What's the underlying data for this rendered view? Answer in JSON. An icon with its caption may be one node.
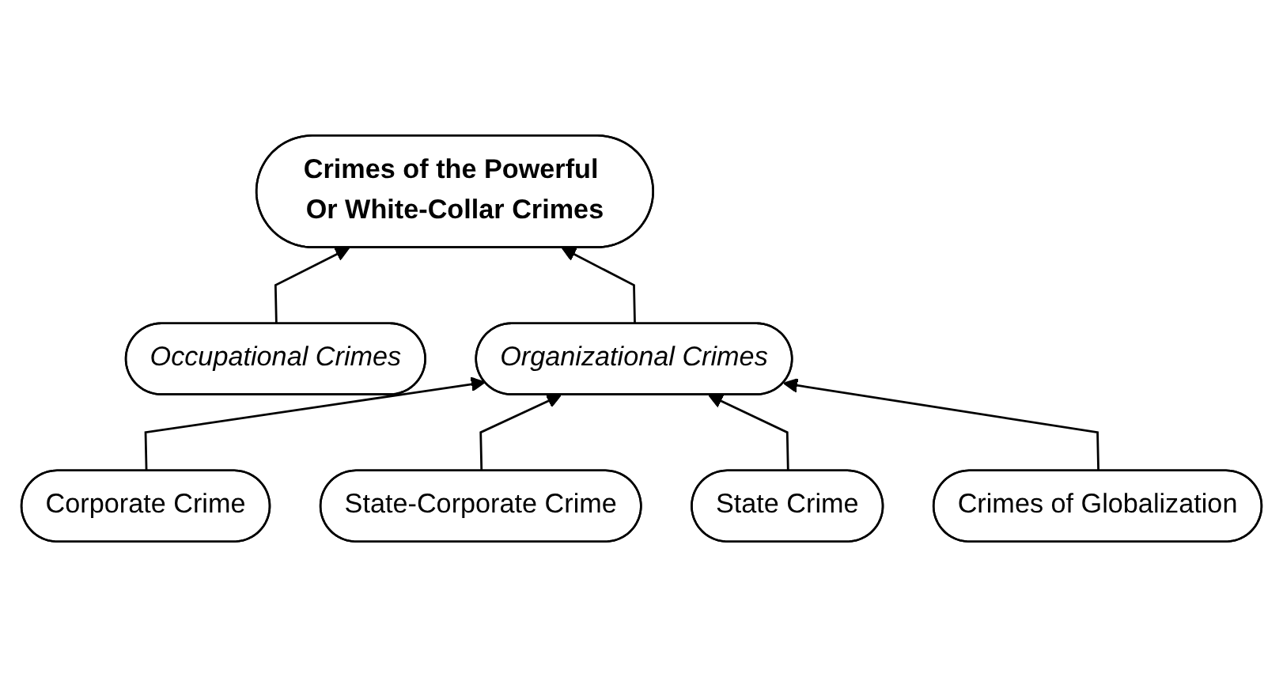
{
  "diagram": {
    "nodes": [
      {
        "text": [
          "Crimes of the Powerful Or White-Collar Crimes"
        ]
      },
      {
        "text": [
          "Occupational Crimes"
        ]
      },
      {
        "text": [
          "Organizational Crimes"
        ]
      },
      {
        "text": [
          "Corporate Crime"
        ]
      },
      {
        "text": [
          "State Crime"
        ]
      },
      {
        "text": [
          "State-Corporate Crime"
        ]
      },
      {
        "text": [
          "Crimes of Globalization"
        ]
      }
    ],
    "edges": [
      {
        "from": 1,
        "to": 0,
        "arrow": "to"
      },
      {
        "from": 2,
        "to": 0,
        "arrow": "to"
      },
      {
        "from": 3,
        "to": 2,
        "arrow": "to"
      },
      {
        "from": 5,
        "to": 2,
        "arrow": "to"
      },
      {
        "from": 4,
        "to": 2,
        "arrow": "to"
      },
      {
        "from": 6,
        "to": 2,
        "arrow": "to"
      }
    ]
  }
}
